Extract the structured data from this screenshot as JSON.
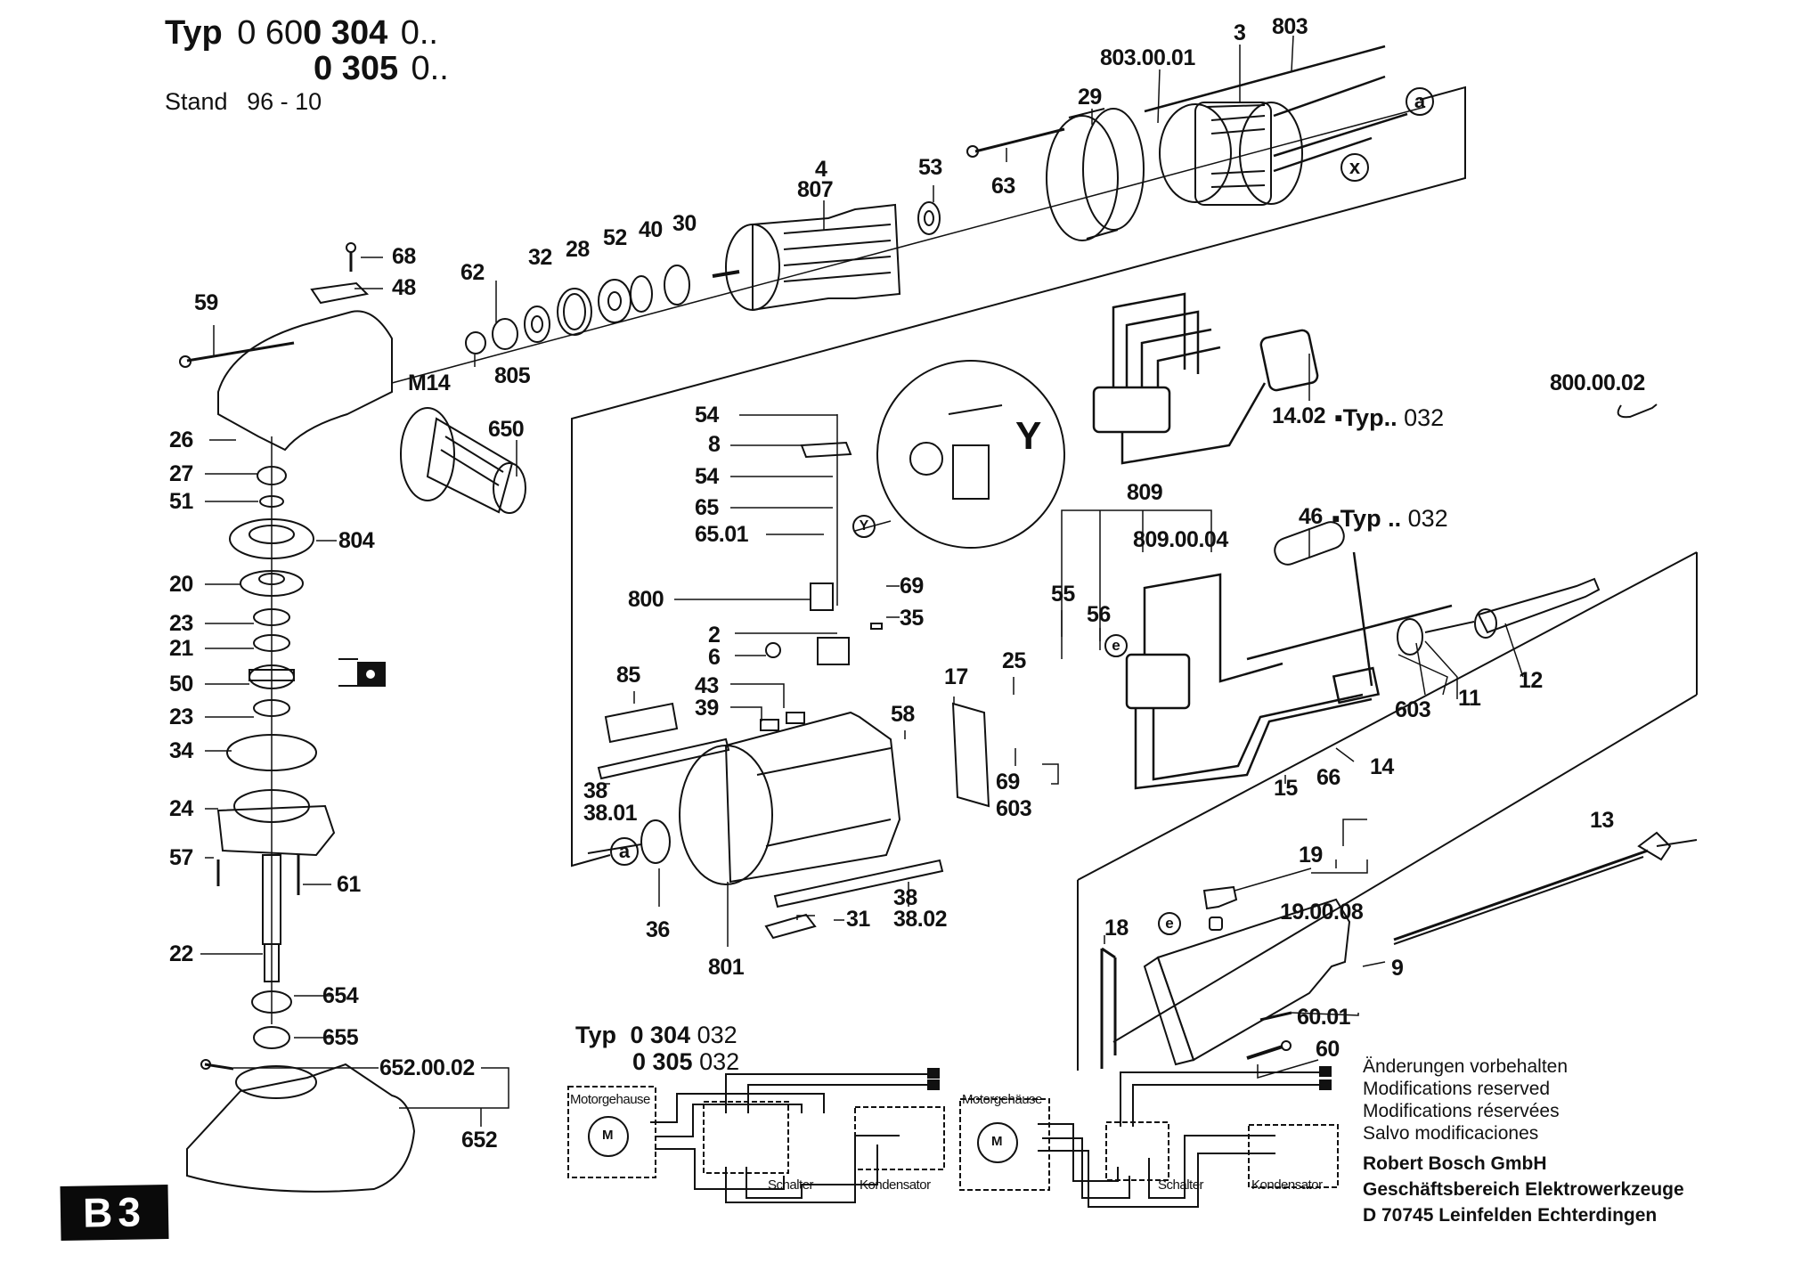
{
  "header": {
    "typ_word": "Typ",
    "line1_prefix": "0 60",
    "line1_bold": "0 304",
    "line1_suffix": "0..",
    "line2_bold": "0 305",
    "line2_suffix": "0..",
    "stand_label": "Stand",
    "stand_value": "96 - 10"
  },
  "page_code": "B3",
  "part_labels": {
    "p3": "3",
    "p803": "803",
    "p803_00_01": "803.00.01",
    "p29": "29",
    "p63": "63",
    "p53": "53",
    "p4": "4",
    "p807": "807",
    "p30": "30",
    "p40": "40",
    "p52": "52",
    "p28": "28",
    "p32": "32",
    "p62": "62",
    "p805": "805",
    "p68": "68",
    "p48": "48",
    "p59": "59",
    "pM14": "M14",
    "p650": "650",
    "p26": "26",
    "p27": "27",
    "p51": "51",
    "p804": "804",
    "p20": "20",
    "p23a": "23",
    "p21": "21",
    "p50": "50",
    "p23b": "23",
    "p34": "34",
    "p24": "24",
    "p57": "57",
    "p61": "61",
    "p22": "22",
    "p654": "654",
    "p655": "655",
    "p652_00_02": "652.00.02",
    "p652": "652",
    "p54a": "54",
    "p8": "8",
    "p54b": "54",
    "p65": "65",
    "p65_01": "65.01",
    "p800": "800",
    "p69a": "69",
    "p35": "35",
    "p2": "2",
    "p6": "6",
    "p85": "85",
    "p43": "43",
    "p39": "39",
    "p58": "58",
    "p17": "17",
    "p25": "25",
    "p38a": "38",
    "p38_01": "38.01",
    "p69b": "69",
    "p603a": "603",
    "p36": "36",
    "p801": "801",
    "p31": "31",
    "p38b": "38",
    "p38_02": "38.02",
    "p14_02": "14.02",
    "p800_00_02": "800.00.02",
    "p809": "809",
    "p809_00_04": "809.00.04",
    "p46": "46",
    "p55": "55",
    "p56": "56",
    "p603b": "603",
    "p11": "11",
    "p12": "12",
    "p15": "15",
    "p66": "66",
    "p14": "14",
    "p13": "13",
    "p19": "19",
    "p19_00_08": "19.00.08",
    "p18": "18",
    "p9": "9",
    "p60_01": "60.01",
    "p60": "60"
  },
  "variant_notes": {
    "p14_02_note_prefix": "▪Typ..",
    "p14_02_note_value": "032",
    "p46_note_prefix": "▪Typ ..",
    "p46_note_value": "032"
  },
  "markers": {
    "a_top": "a",
    "x": "x",
    "y_small": "Y",
    "y_detail": "Y",
    "a_bottom": "a",
    "e_mid": "e",
    "e_handle": "e"
  },
  "wiring": {
    "typ_word": "Typ",
    "line1_bold": "0 304",
    "line1_suffix": "032",
    "line2_bold": "0 305",
    "line2_suffix": "032",
    "diagram1": {
      "motor_label": "Motorgehause",
      "switch_label": "Schalter",
      "capacitor_label": "Kondensator",
      "motor_symbol": "M"
    },
    "diagram2": {
      "motor_label": "Motorgehäuse",
      "switch_label": "Schalter",
      "capacitor_label": "Kondensator",
      "motor_symbol": "M"
    }
  },
  "notes": [
    "Änderungen vorbehalten",
    "Modifications reserved",
    "Modifications réservées",
    "Salvo modificaciones"
  ],
  "company": [
    "Robert Bosch GmbH",
    "Geschäftsbereich Elektrowerkzeuge",
    "D 70745 Leinfelden Echterdingen"
  ]
}
